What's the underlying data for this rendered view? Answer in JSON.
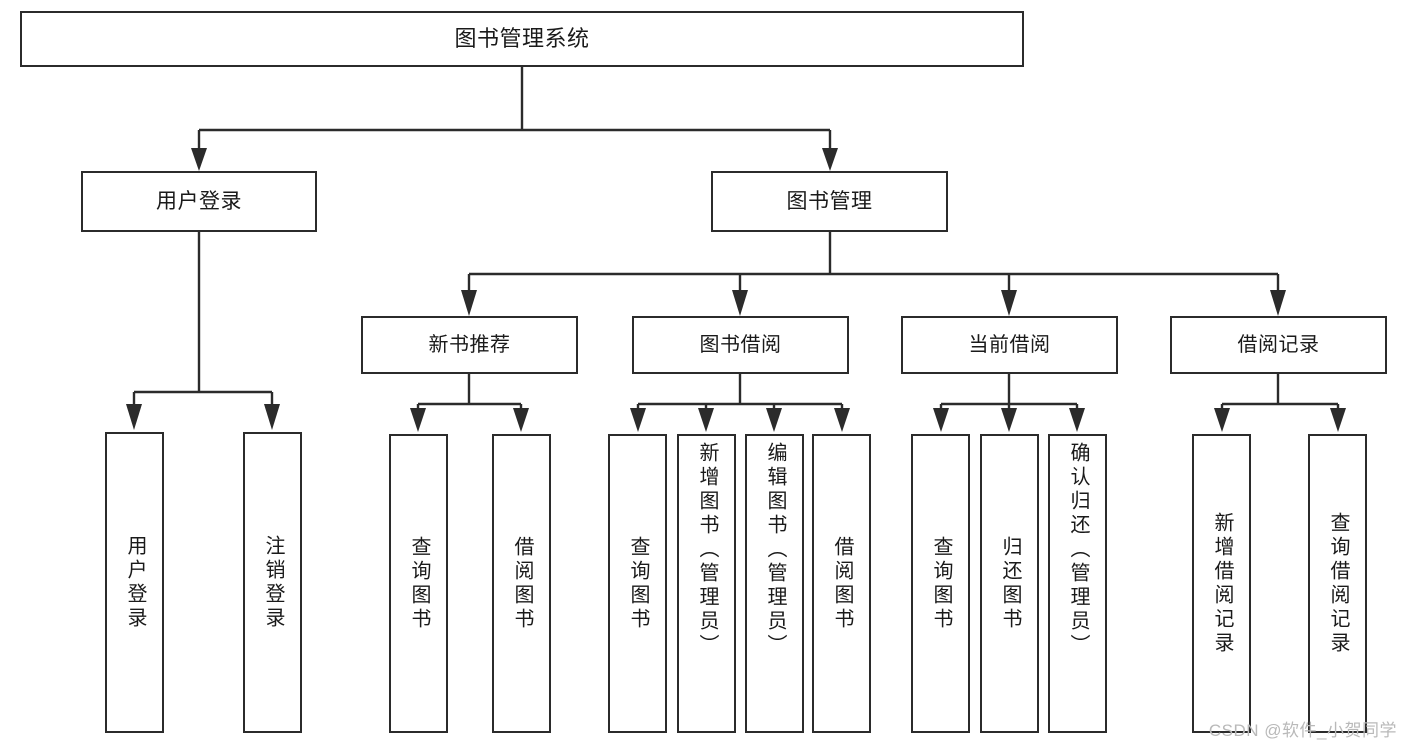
{
  "diagram": {
    "title": "图书管理系统",
    "type": "function-structure-tree",
    "root": {
      "id": "root",
      "label": "图书管理系统"
    },
    "level2": [
      {
        "id": "user-login",
        "label": "用户登录"
      },
      {
        "id": "book-manage",
        "label": "图书管理"
      }
    ],
    "level3": [
      {
        "id": "new-book-rec",
        "label": "新书推荐",
        "parent": "book-manage"
      },
      {
        "id": "book-borrow",
        "label": "图书借阅",
        "parent": "book-manage"
      },
      {
        "id": "current-borrow",
        "label": "当前借阅",
        "parent": "book-manage"
      },
      {
        "id": "borrow-record",
        "label": "借阅记录",
        "parent": "book-manage"
      }
    ],
    "leaves": [
      {
        "id": "leaf-user-login",
        "label": "用户登录",
        "parent": "user-login"
      },
      {
        "id": "leaf-user-logout",
        "label": "注销登录",
        "parent": "user-login"
      },
      {
        "id": "leaf-rec-query",
        "label": "查询图书",
        "parent": "new-book-rec"
      },
      {
        "id": "leaf-rec-borrow",
        "label": "借阅图书",
        "parent": "new-book-rec"
      },
      {
        "id": "leaf-borrow-query",
        "label": "查询图书",
        "parent": "book-borrow"
      },
      {
        "id": "leaf-borrow-add",
        "label": "新增图书（管理员）",
        "parent": "book-borrow"
      },
      {
        "id": "leaf-borrow-edit",
        "label": "编辑图书（管理员）",
        "parent": "book-borrow"
      },
      {
        "id": "leaf-borrow-do",
        "label": "借阅图书",
        "parent": "book-borrow"
      },
      {
        "id": "leaf-cur-query",
        "label": "查询图书",
        "parent": "current-borrow"
      },
      {
        "id": "leaf-cur-return",
        "label": "归还图书",
        "parent": "current-borrow"
      },
      {
        "id": "leaf-cur-confirm",
        "label": "确认归还（管理员）",
        "parent": "current-borrow"
      },
      {
        "id": "leaf-rec-add",
        "label": "新增借阅记录",
        "parent": "borrow-record"
      },
      {
        "id": "leaf-rec-query-log",
        "label": "查询借阅记录",
        "parent": "borrow-record"
      }
    ]
  },
  "watermark": {
    "text": "CSDN @软件_小贺同学"
  },
  "colors": {
    "stroke": "#2b2b2b",
    "box_fill": "#ffffff",
    "text": "#1a1a1a",
    "watermark": "#b9b9b9",
    "background": "#ffffff"
  }
}
